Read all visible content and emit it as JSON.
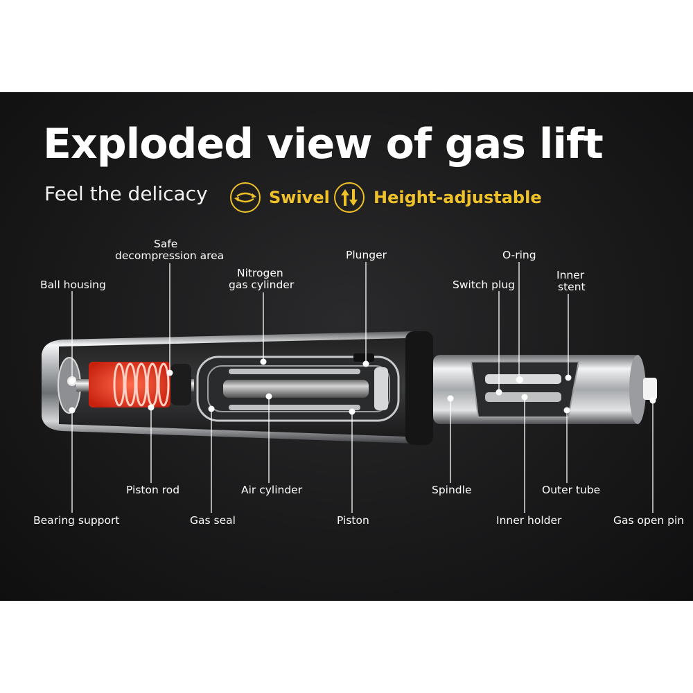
{
  "header": {
    "title": "Exploded view of gas lift",
    "subtitle": "Feel the delicacy"
  },
  "features": [
    {
      "label": "Swivel",
      "icon": "swivel-icon"
    },
    {
      "label": "Height-adjustable",
      "icon": "height-adjust-icon"
    }
  ],
  "accent_color": "#f0c22a",
  "spring_color": "#e8331f",
  "parts": {
    "safe_decompression_line1": "Safe",
    "safe_decompression_line2": "decompression area",
    "nitrogen_line1": "Nitrogen",
    "nitrogen_line2": "gas cylinder",
    "plunger": "Plunger",
    "o_ring": "O-ring",
    "inner_stent_line1": "Inner",
    "inner_stent_line2": "stent",
    "ball_housing": "Ball housing",
    "switch_plug": "Switch plug",
    "piston_rod": "Piston rod",
    "air_cylinder": "Air cylinder",
    "spindle": "Spindle",
    "outer_tube": "Outer tube",
    "bearing_support": "Bearing support",
    "gas_seal": "Gas seal",
    "piston": "Piston",
    "inner_holder": "Inner holder",
    "gas_open_pin": "Gas open pin"
  }
}
